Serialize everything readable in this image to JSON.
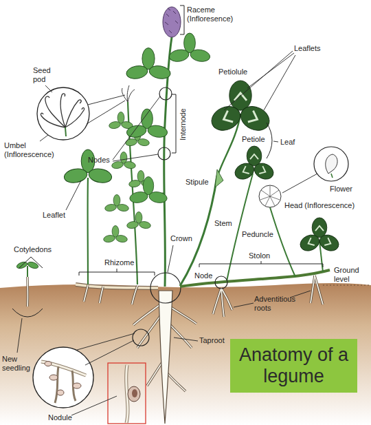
{
  "diagram": {
    "nodes": [
      {
        "text": [
          "Anatomy of a legume"
        ]
      }
    ],
    "labels": [
      "Raceme (Infloresence)",
      "Leaflets",
      "Seed pod",
      "Petiolule",
      "Umbel (Inflorescence)",
      "Nodes",
      "Internode",
      "Petiole",
      "Leaf",
      "Stipule",
      "Flower",
      "Head (Inflorescence)",
      "Leaflet",
      "Stem",
      "Peduncle",
      "Crown",
      "Cotyledons",
      "Stolon",
      "Rhizome",
      "Node",
      "Ground level",
      "Adventitious roots",
      "New seedling",
      "Taproot",
      "Nodule"
    ]
  }
}
